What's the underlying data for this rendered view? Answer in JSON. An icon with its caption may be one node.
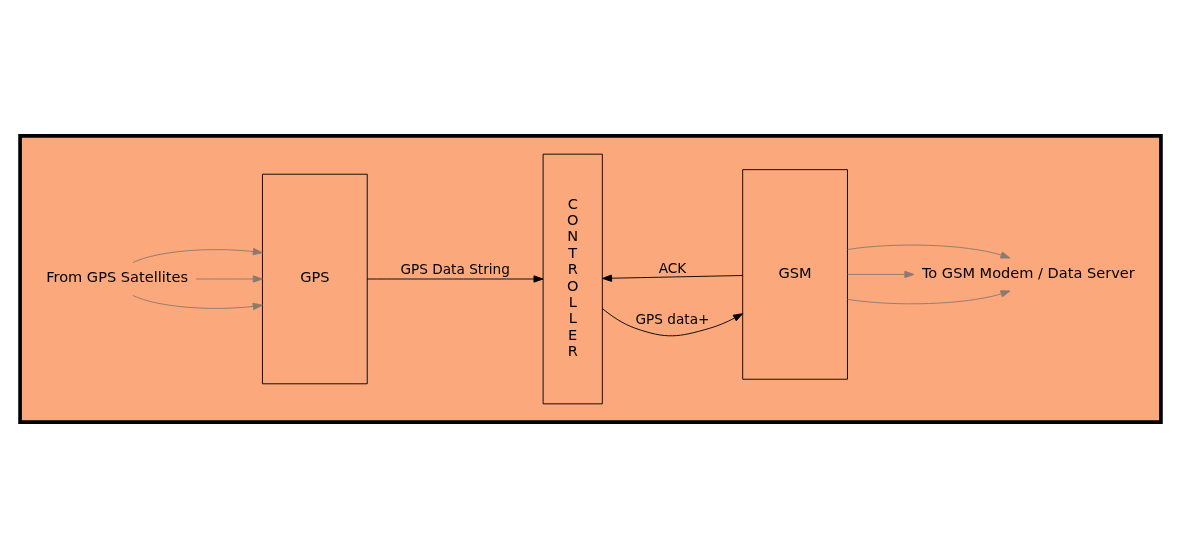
{
  "diagram": {
    "nodes": [
      {
        "text": [],
        "shape": "box"
      },
      {
        "text": [
          "From GPS Satellites"
        ],
        "in": 0
      },
      {
        "text": [
          "GPS"
        ],
        "in": 0
      },
      {
        "text": [
          "CONTROLLER"
        ],
        "in": 0
      },
      {
        "text": [
          "GSM"
        ],
        "in": 0
      },
      {
        "text": [
          "To GSM Modem / Data Server"
        ],
        "in": 0
      }
    ],
    "edges": [
      {
        "from": 1,
        "to": 2,
        "arrow": "to"
      },
      {
        "from": 1,
        "to": 2,
        "arrow": "to"
      },
      {
        "from": 1,
        "to": 2,
        "arrow": "to"
      },
      {
        "from": 2,
        "to": 3,
        "arrow": "to",
        "label": "GPS Data String",
        "color": "#000000"
      },
      {
        "from": 3,
        "to": 4,
        "arrow": "to",
        "label": "GPS data+",
        "color": "#000000"
      },
      {
        "from": 4,
        "to": 3,
        "arrow": "to",
        "label": "ACK",
        "color": "#000000"
      },
      {
        "from": 4,
        "to": 5,
        "arrow": "to"
      },
      {
        "from": 4,
        "to": 5,
        "arrow": "to"
      },
      {
        "from": 4,
        "to": 5,
        "arrow": "to"
      }
    ]
  }
}
